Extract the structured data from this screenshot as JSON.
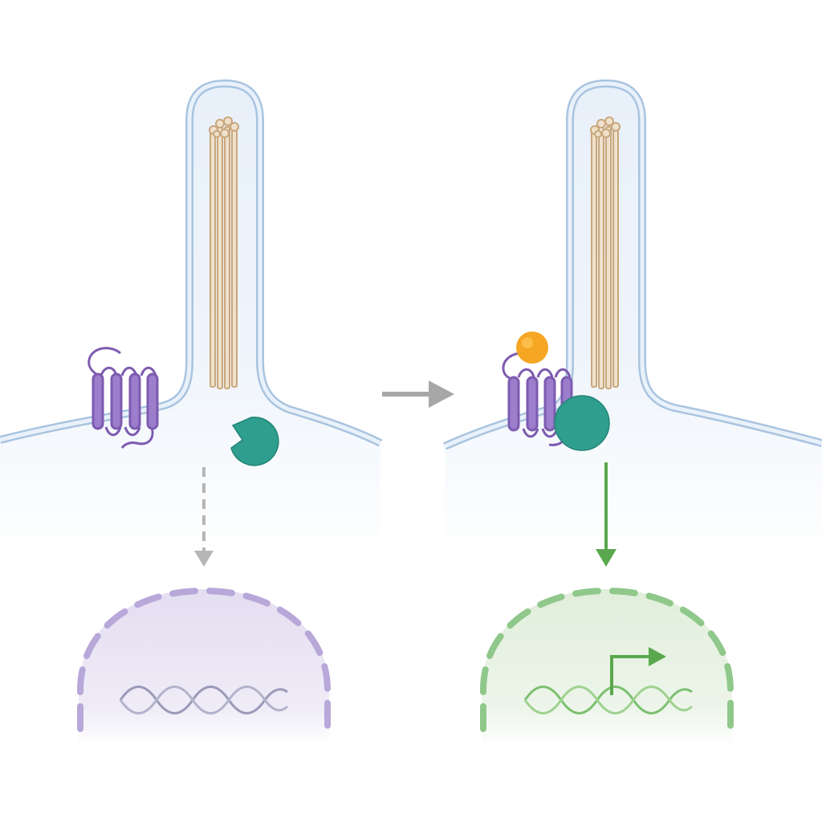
{
  "diagram": {
    "panels": [
      {
        "state": "inactive",
        "elements": [
          "cell-membrane",
          "primary-cilium",
          "axoneme",
          "receptor",
          "effector-protein",
          "signal-arrow-dashed",
          "nucleus",
          "dna"
        ]
      },
      {
        "state": "active",
        "elements": [
          "cell-membrane",
          "primary-cilium",
          "axoneme",
          "ligand",
          "receptor",
          "effector-protein",
          "signal-arrow-solid",
          "nucleus",
          "dna",
          "transcription-start-arrow"
        ]
      }
    ],
    "transition": "arrow-right"
  },
  "colors": {
    "membrane": "#a9c4e0",
    "cytoplasm": "#eaf1fa",
    "axoneme": "#c9a77c",
    "receptor": "#8e6bbf",
    "effector": "#2f9e8f",
    "ligand": "#f5a623",
    "inactive_signal": "#b5b5b5",
    "active_signal": "#5aa84e",
    "nucleus_inactive": "#b7a8d9",
    "nucleus_active": "#8fc88a",
    "dna_inactive": "#9a9ab8",
    "dna_active": "#7cc06f",
    "transition_arrow": "#a7a7a7"
  }
}
